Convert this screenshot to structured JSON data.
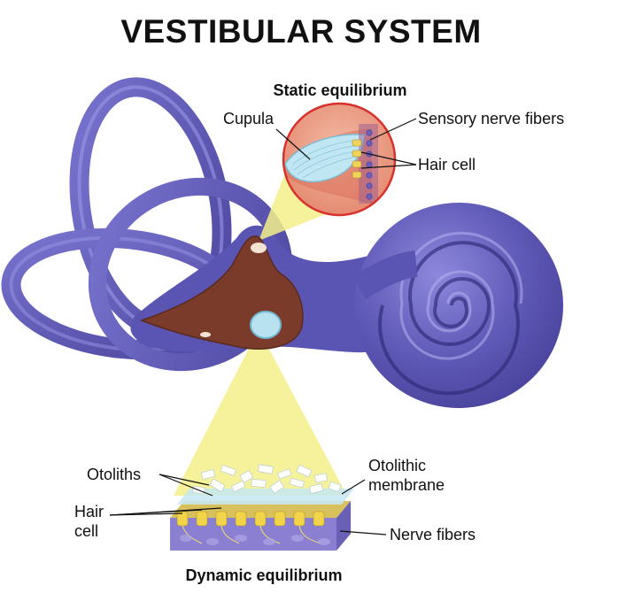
{
  "title": "VESTIBULAR SYSTEM",
  "static_section": {
    "heading": "Static equilibrium",
    "labels": {
      "cupula": "Cupula",
      "sensory_nerve_fibers": "Sensory nerve fibers",
      "hair_cell": "Hair cell"
    }
  },
  "dynamic_section": {
    "heading": "Dynamic equilibrium",
    "labels": {
      "otoliths": "Otoliths",
      "hair_line1": "Hair",
      "hair_line2": "cell",
      "otolithic_line1": "Otolithic",
      "otolithic_line2": "membrane",
      "nerve_fibers": "Nerve fibers"
    }
  },
  "colors": {
    "labyrinth": "#5b56b4",
    "labyrinth_light": "#8f8be0",
    "vestibule": "#7a3b2a",
    "zoom_cone": "#f4f08a",
    "inset_border": "#d7322c",
    "gel": "#bfe6f2"
  }
}
